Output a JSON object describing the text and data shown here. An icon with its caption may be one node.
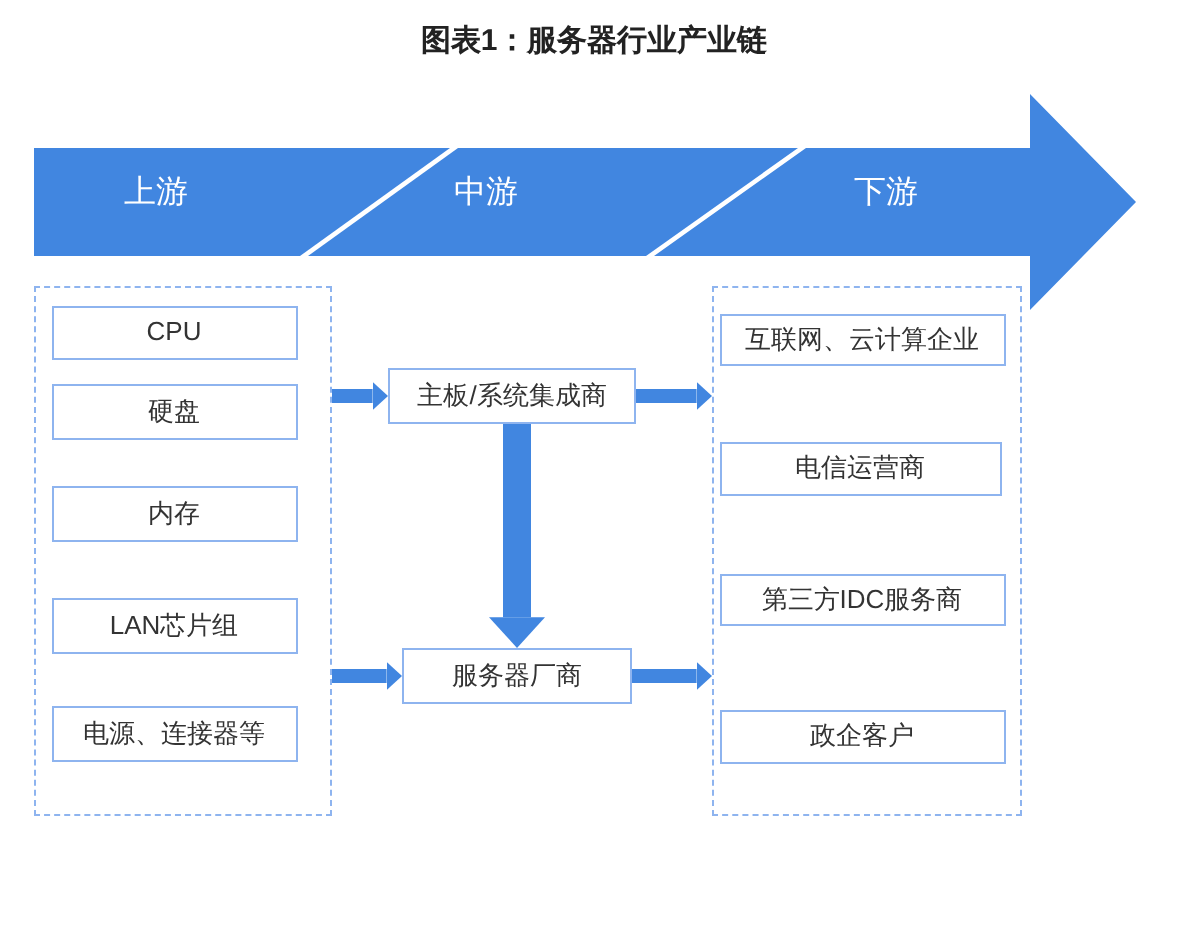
{
  "diagram": {
    "title": "图表1：服务器行业产业链",
    "nodes": [
      {
        "text": [
          "上游"
        ]
      },
      {
        "text": [
          "中游"
        ]
      },
      {
        "text": [
          "下游"
        ]
      },
      {
        "text": [],
        "shape": "box"
      },
      {
        "text": [
          "CPU"
        ],
        "in": 3
      },
      {
        "text": [
          "硬盘"
        ],
        "in": 3
      },
      {
        "text": [
          "内存"
        ],
        "in": 3
      },
      {
        "text": [
          "LAN芯片组"
        ],
        "in": 3
      },
      {
        "text": [
          "电源、连接器等"
        ],
        "in": 3
      },
      {
        "text": [
          "主板/系统集成商"
        ]
      },
      {
        "text": [
          "服务器厂商"
        ]
      },
      {
        "text": [],
        "shape": "box"
      },
      {
        "text": [
          "互联网、云计算企业"
        ],
        "in": 11
      },
      {
        "text": [
          "电信运营商"
        ],
        "in": 11
      },
      {
        "text": [
          "第三方IDC服务商"
        ],
        "in": 11
      },
      {
        "text": [
          "政企客户"
        ],
        "in": 11
      }
    ],
    "edges": [
      {
        "from": 3,
        "to": 9,
        "arrow": "to"
      },
      {
        "from": 3,
        "to": 10,
        "arrow": "to"
      },
      {
        "from": 9,
        "to": 10,
        "arrow": "to",
        "style": "thick"
      },
      {
        "from": 9,
        "to": 11,
        "arrow": "to"
      },
      {
        "from": 10,
        "to": 11,
        "arrow": "to"
      }
    ]
  }
}
